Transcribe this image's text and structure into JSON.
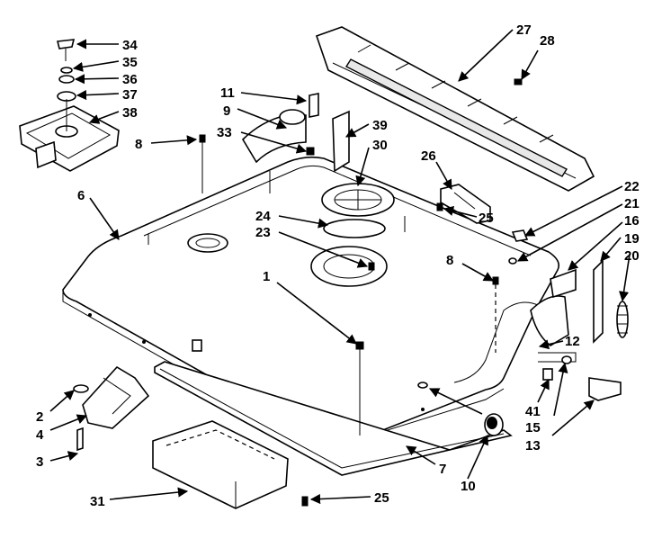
{
  "diagram": {
    "callouts": [
      "34",
      "35",
      "36",
      "37",
      "38",
      "8",
      "6",
      "11",
      "9",
      "33",
      "39",
      "30",
      "27",
      "28",
      "26",
      "24",
      "23",
      "25",
      "22",
      "21",
      "16",
      "19",
      "20",
      "8",
      "1",
      "12",
      "41",
      "15",
      "13",
      "2",
      "4",
      "3",
      "31",
      "7",
      "10",
      "25"
    ]
  }
}
